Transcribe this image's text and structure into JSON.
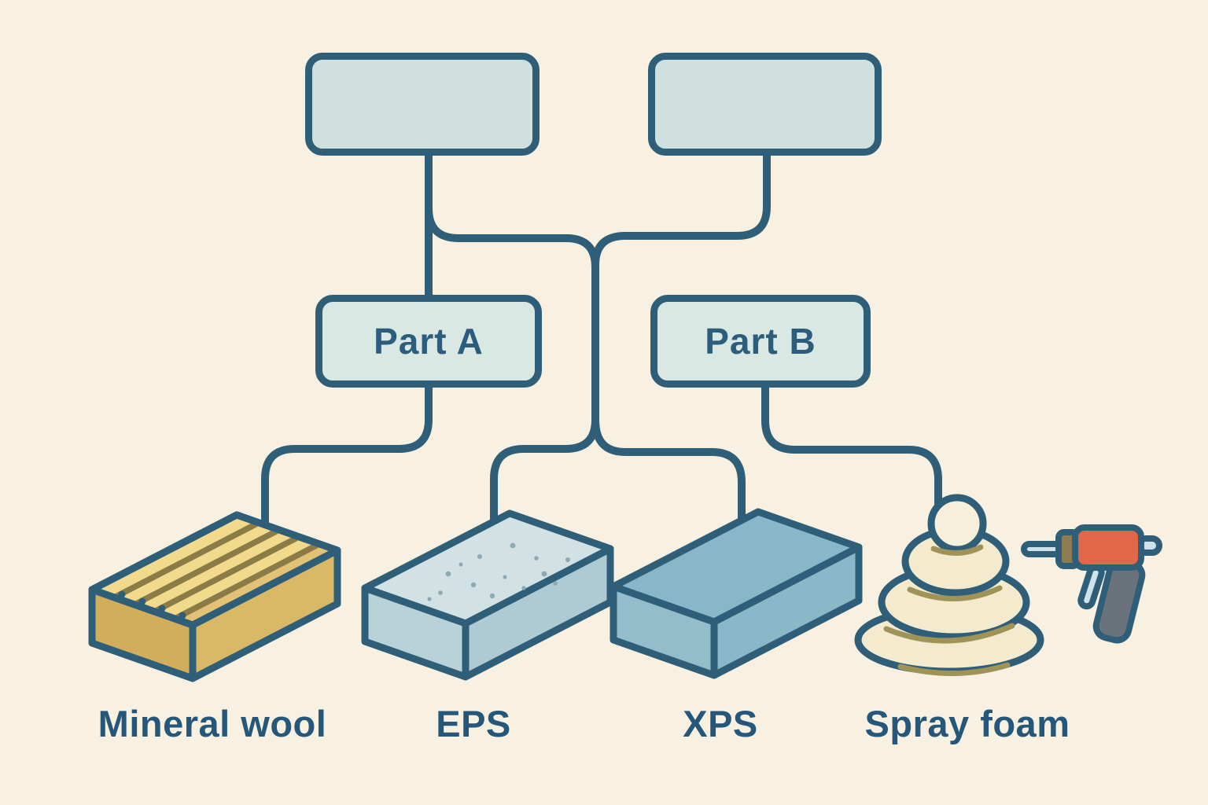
{
  "diagram": {
    "title": "",
    "background_color": "#f8f0e0",
    "line_color": "#2e5e78",
    "box_fill_top": "#cfe0de",
    "box_fill_part": "#d9e8e3",
    "label_color": "#24577a",
    "nodes": {
      "top_left": {
        "label": ""
      },
      "top_right": {
        "label": ""
      },
      "part_a": {
        "label": "Part A"
      },
      "part_b": {
        "label": "Part B"
      }
    },
    "items": [
      {
        "id": "mineral-wool",
        "label": "Mineral wool",
        "icon": "mineral-wool-block-icon",
        "color": "#f2da8d"
      },
      {
        "id": "eps",
        "label": "EPS",
        "icon": "eps-foam-block-icon",
        "color": "#d2e1e3"
      },
      {
        "id": "xps",
        "label": "XPS",
        "icon": "xps-foam-block-icon",
        "color": "#87b7c8"
      },
      {
        "id": "spray-foam",
        "label": "Spray foam",
        "icon": "spray-foam-pile-icon",
        "color": "#f4ebcf"
      }
    ],
    "connections": [
      {
        "from": "top-left-box",
        "to": "part-a"
      },
      {
        "from": "top-left-box",
        "to": "center-trunk"
      },
      {
        "from": "top-right-box",
        "to": "center-trunk"
      },
      {
        "from": "center-trunk",
        "to": "eps"
      },
      {
        "from": "center-trunk",
        "to": "xps"
      },
      {
        "from": "part-a",
        "to": "mineral-wool"
      },
      {
        "from": "part-b",
        "to": "spray-foam"
      }
    ]
  }
}
